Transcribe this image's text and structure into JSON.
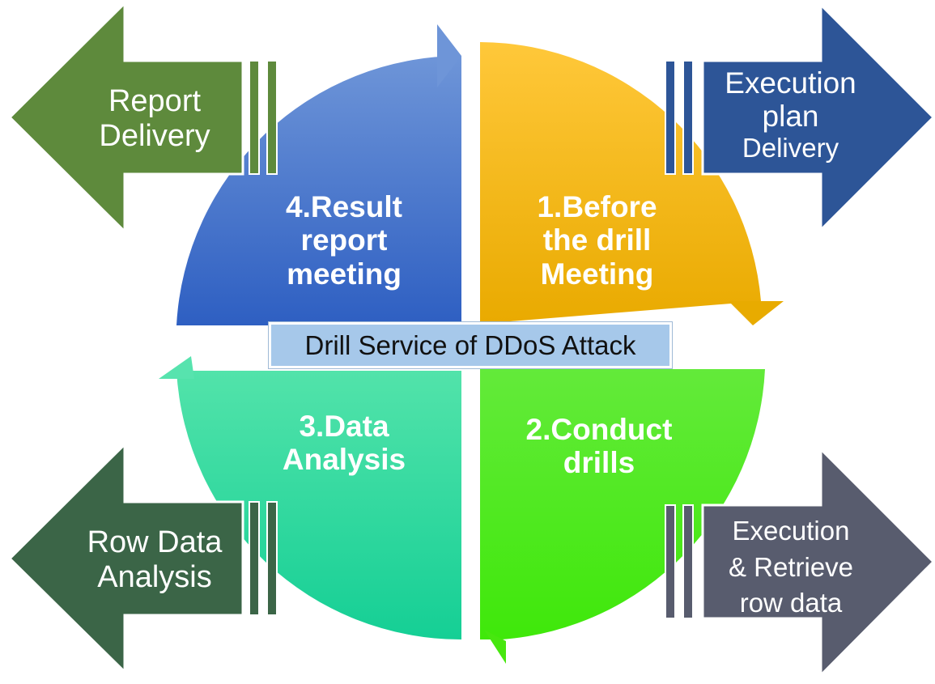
{
  "title": "Drill Service of DDoS Attack",
  "quadrants": {
    "q1": {
      "label_lines": [
        "1.Before",
        "the drill",
        "Meeting"
      ],
      "color": "#f5b400"
    },
    "q2": {
      "label_lines": [
        "2.Conduct",
        "drills"
      ],
      "color": "#4ee01a"
    },
    "q3": {
      "label_lines": [
        "3.Data",
        "Analysis"
      ],
      "color": "#22d9a2"
    },
    "q4": {
      "label_lines": [
        "4.Result",
        "report",
        "meeting"
      ],
      "color": "#3b6cc9"
    }
  },
  "arrows": {
    "top_left": {
      "label_lines": [
        "Report",
        "Delivery"
      ],
      "color": "#5e8a3c",
      "icon": "left-arrow-icon"
    },
    "top_right": {
      "label_lines": [
        "Execution",
        "plan",
        "Delivery"
      ],
      "color": "#2d5597",
      "icon": "right-arrow-icon"
    },
    "bottom_left": {
      "label_lines": [
        "Row Data",
        "Analysis"
      ],
      "color": "#3b6547",
      "icon": "left-arrow-icon"
    },
    "bottom_right": {
      "label_lines": [
        "Execution",
        "& Retrieve",
        "row data"
      ],
      "color": "#585c6e",
      "icon": "right-arrow-icon"
    }
  }
}
